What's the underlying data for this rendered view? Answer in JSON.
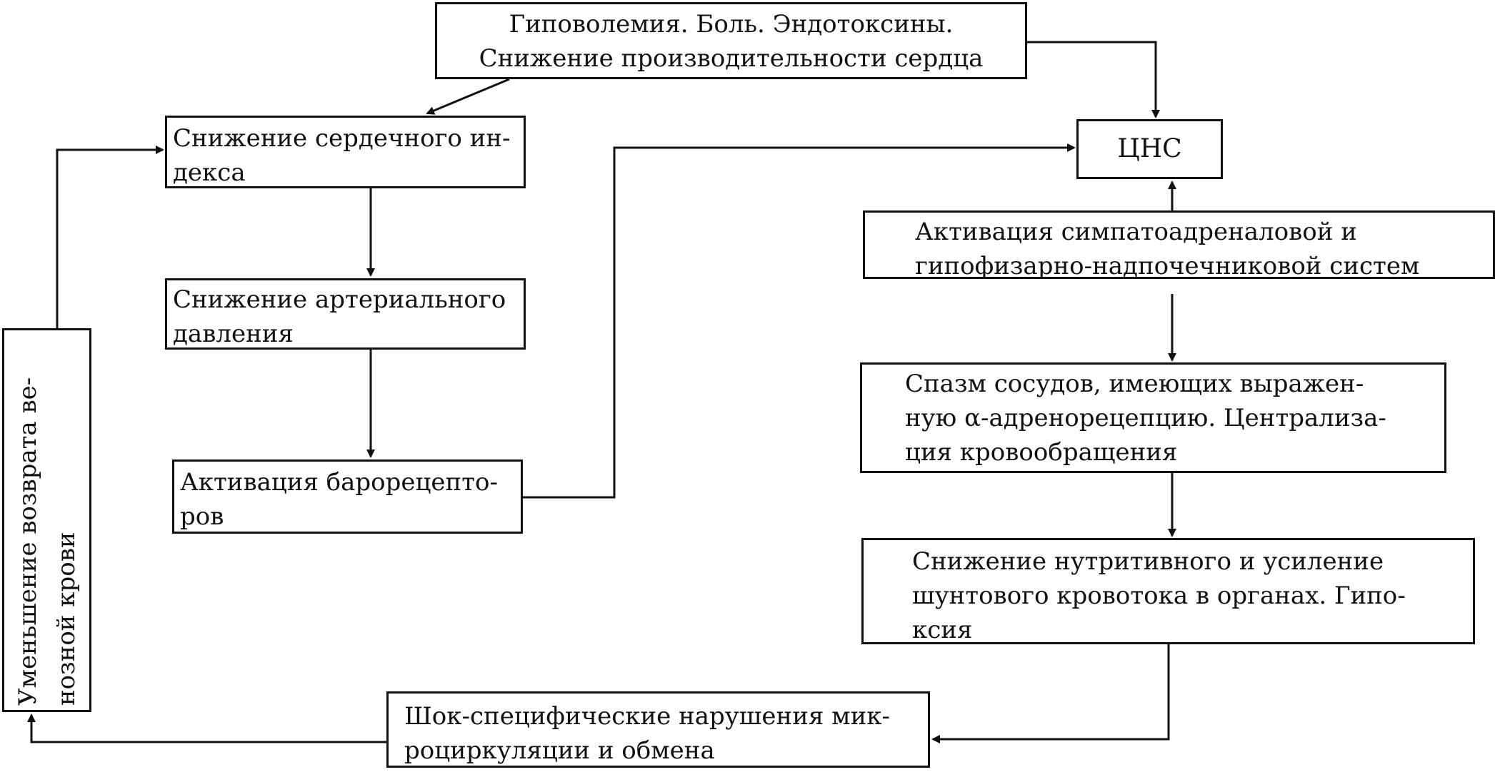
{
  "boxes": {
    "causes": [
      "Гиповолемия. Боль. Эндотоксины.",
      "Снижение производительности сердца"
    ],
    "cardiac_index": [
      "Снижение сердечного ин-",
      "декса"
    ],
    "arterial_pressure": [
      "Снижение артериального",
      "давления"
    ],
    "baroreceptors": [
      "Активация барорецепто-",
      "ров"
    ],
    "cns": "ЦНС",
    "sympathoadrenal": [
      "Активация симпатоадреналовой и",
      "гипофизарно-надпочечниковой систем"
    ],
    "vessel_spasm": [
      "Спазм сосудов, имеющих выражен-",
      "ную α-адренорецепцию. Централиза-",
      "ция кровообращения"
    ],
    "nutritive_flow": [
      "Снижение нутритивного и усиление",
      "шунтового кровотока в органах. Гипо-",
      "ксия"
    ],
    "microcirculation": [
      "Шок-специфические нарушения мик-",
      "роциркуляции и обмена"
    ],
    "venous_return": [
      "Уменьшение возврата ве-",
      "нозной крови"
    ]
  }
}
